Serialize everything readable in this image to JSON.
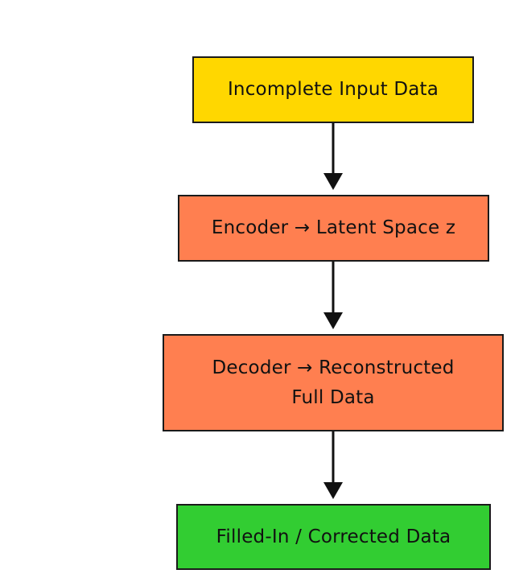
{
  "nodes": [
    {
      "id": "input",
      "lines": [
        "Incomplete Input Data"
      ],
      "color": "#FFD700"
    },
    {
      "id": "encoder",
      "lines": [
        "Encoder → Latent Space z"
      ],
      "color": "#FF7F50"
    },
    {
      "id": "decoder",
      "lines": [
        "Decoder → Reconstructed",
        "Full Data"
      ],
      "color": "#FF7F50"
    },
    {
      "id": "output",
      "lines": [
        "Filled-In / Corrected Data"
      ],
      "color": "#32CD32"
    }
  ],
  "edges": [
    {
      "from": "input",
      "to": "encoder"
    },
    {
      "from": "encoder",
      "to": "decoder"
    },
    {
      "from": "decoder",
      "to": "output"
    }
  ]
}
